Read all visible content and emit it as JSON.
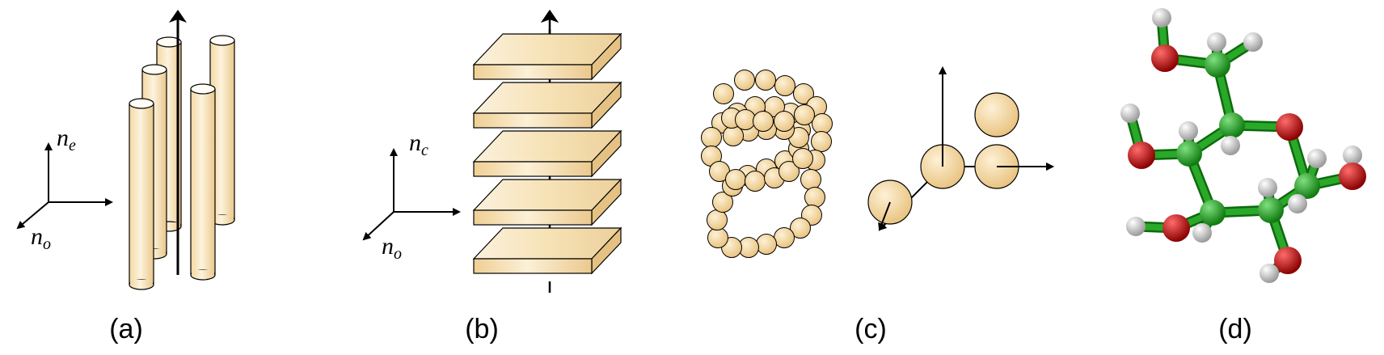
{
  "figure": {
    "panels": [
      {
        "id": "a",
        "caption": "(a)",
        "axis_labels": {
          "vertical": "n",
          "vertical_sub": "e",
          "horizontal": "n",
          "horizontal_sub": "o"
        }
      },
      {
        "id": "b",
        "caption": "(b)",
        "axis_labels": {
          "vertical": "n",
          "vertical_sub": "c",
          "horizontal": "n",
          "horizontal_sub": "o"
        }
      },
      {
        "id": "c",
        "caption": "(c)"
      },
      {
        "id": "d",
        "caption": "(d)"
      }
    ],
    "colors": {
      "rod_fill": "#f6dfb0",
      "disc_fill": "#f6dfb0",
      "bead_fill": "#f3d79a",
      "carbon": "#1fa31f",
      "oxygen": "#c81414",
      "hydrogen": "#c8c8c8",
      "bond": "#2aa82a"
    }
  }
}
